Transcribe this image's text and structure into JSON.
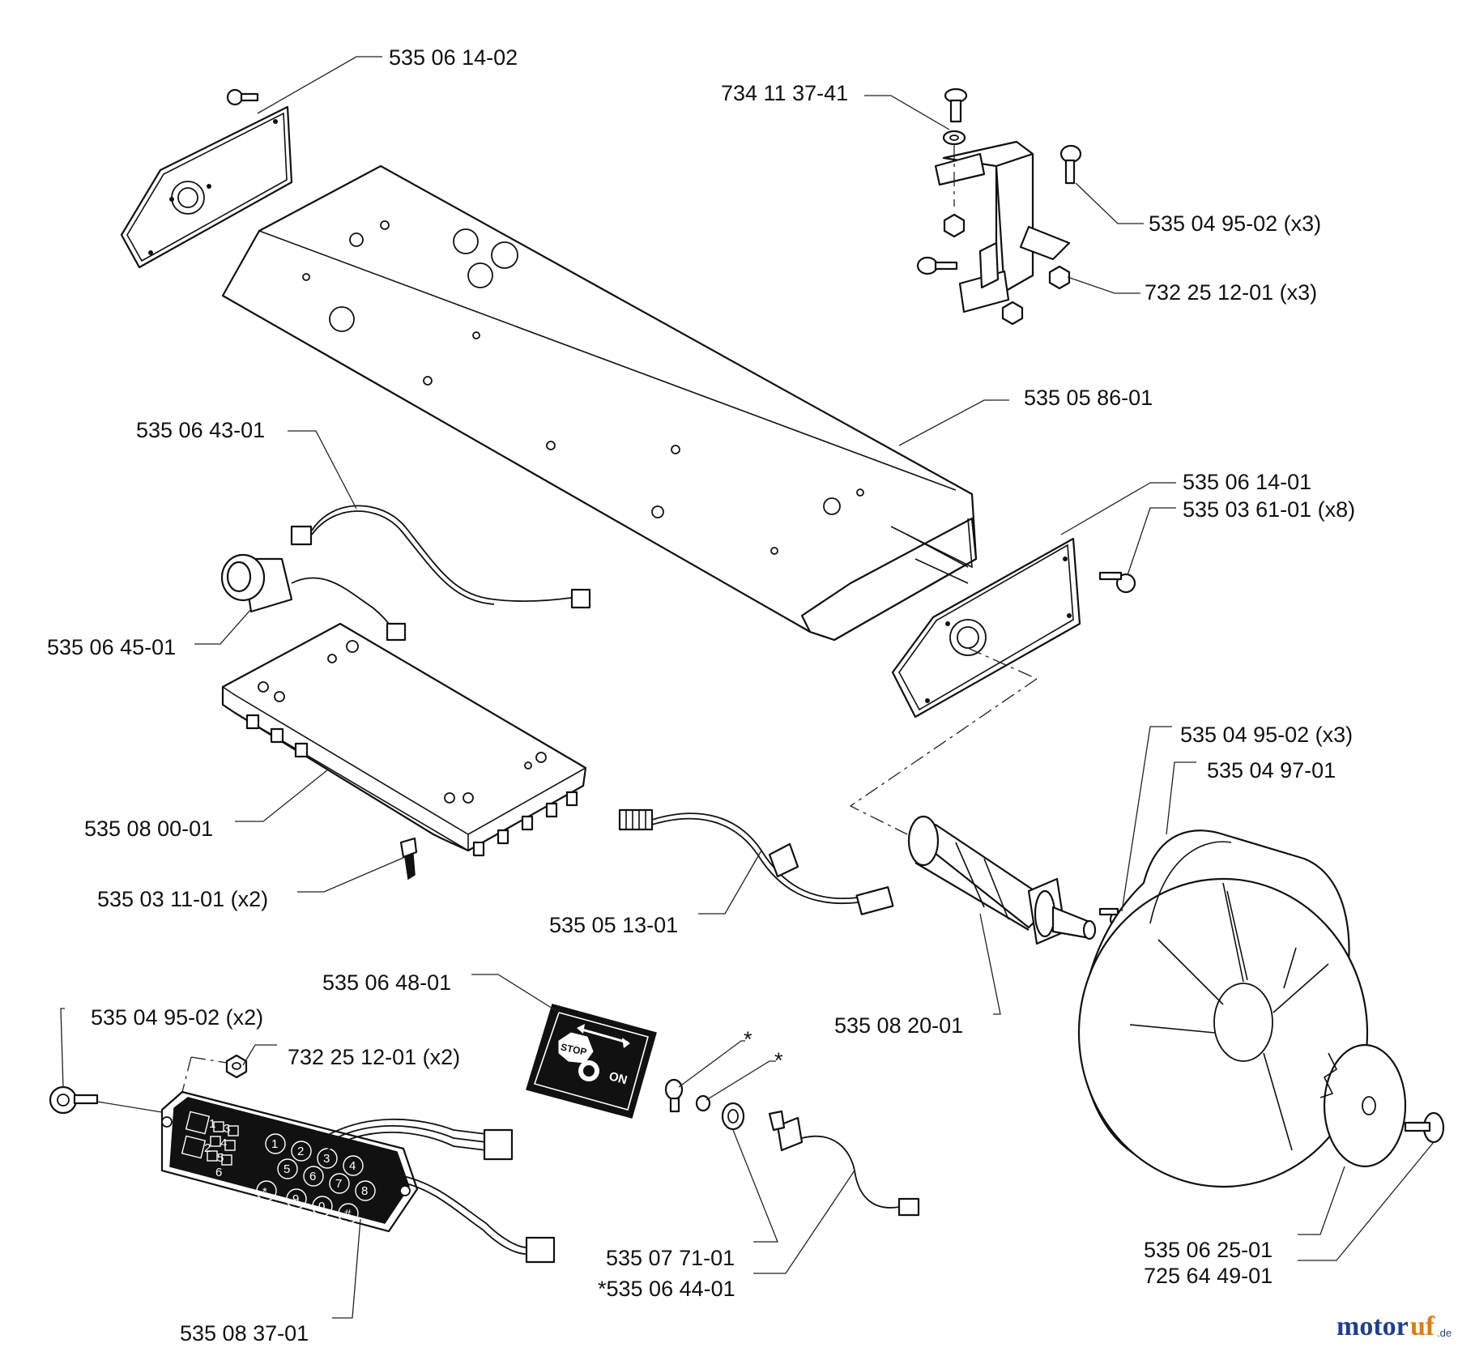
{
  "labels": {
    "l01": "535 06 14-02",
    "l02": "734 11 37-41",
    "l03": "535 04 95-02 (x3)",
    "l04": "732 25 12-01 (x3)",
    "l05": "535 05 86-01",
    "l06": "535 06 43-01",
    "l07": "535 06 14-01",
    "l08": "535 03 61-01 (x8)",
    "l09": "535 06 45-01",
    "l10": "535 04 95-02 (x3)",
    "l11": "535 04 97-01",
    "l12": "535 08 00-01",
    "l13": "535 03 11-01 (x2)",
    "l14": "535 05 13-01",
    "l15": "535 06 48-01",
    "l16": "535 08 20-01",
    "l17": "535 04 95-02 (x2)",
    "l18": "732 25 12-01 (x2)",
    "l19": "535 07 71-01",
    "l20": "*535 06 44-01",
    "l21": "535 06 25-01",
    "l22": "725 64 49-01",
    "l23": "535 08 37-01",
    "star1": "*",
    "star2": "*"
  },
  "keypad": {
    "keys": [
      "1",
      "2",
      "3",
      "4",
      "5",
      "6",
      "7",
      "8",
      "9",
      "0",
      "*",
      "#"
    ],
    "sq": [
      "1",
      "2",
      "3",
      "4",
      "5",
      "6"
    ]
  },
  "decal": {
    "stop": "STOP",
    "on": "ON"
  },
  "watermark": {
    "brand_a": "motor",
    "brand_b": "uf",
    "tld": ".de"
  }
}
